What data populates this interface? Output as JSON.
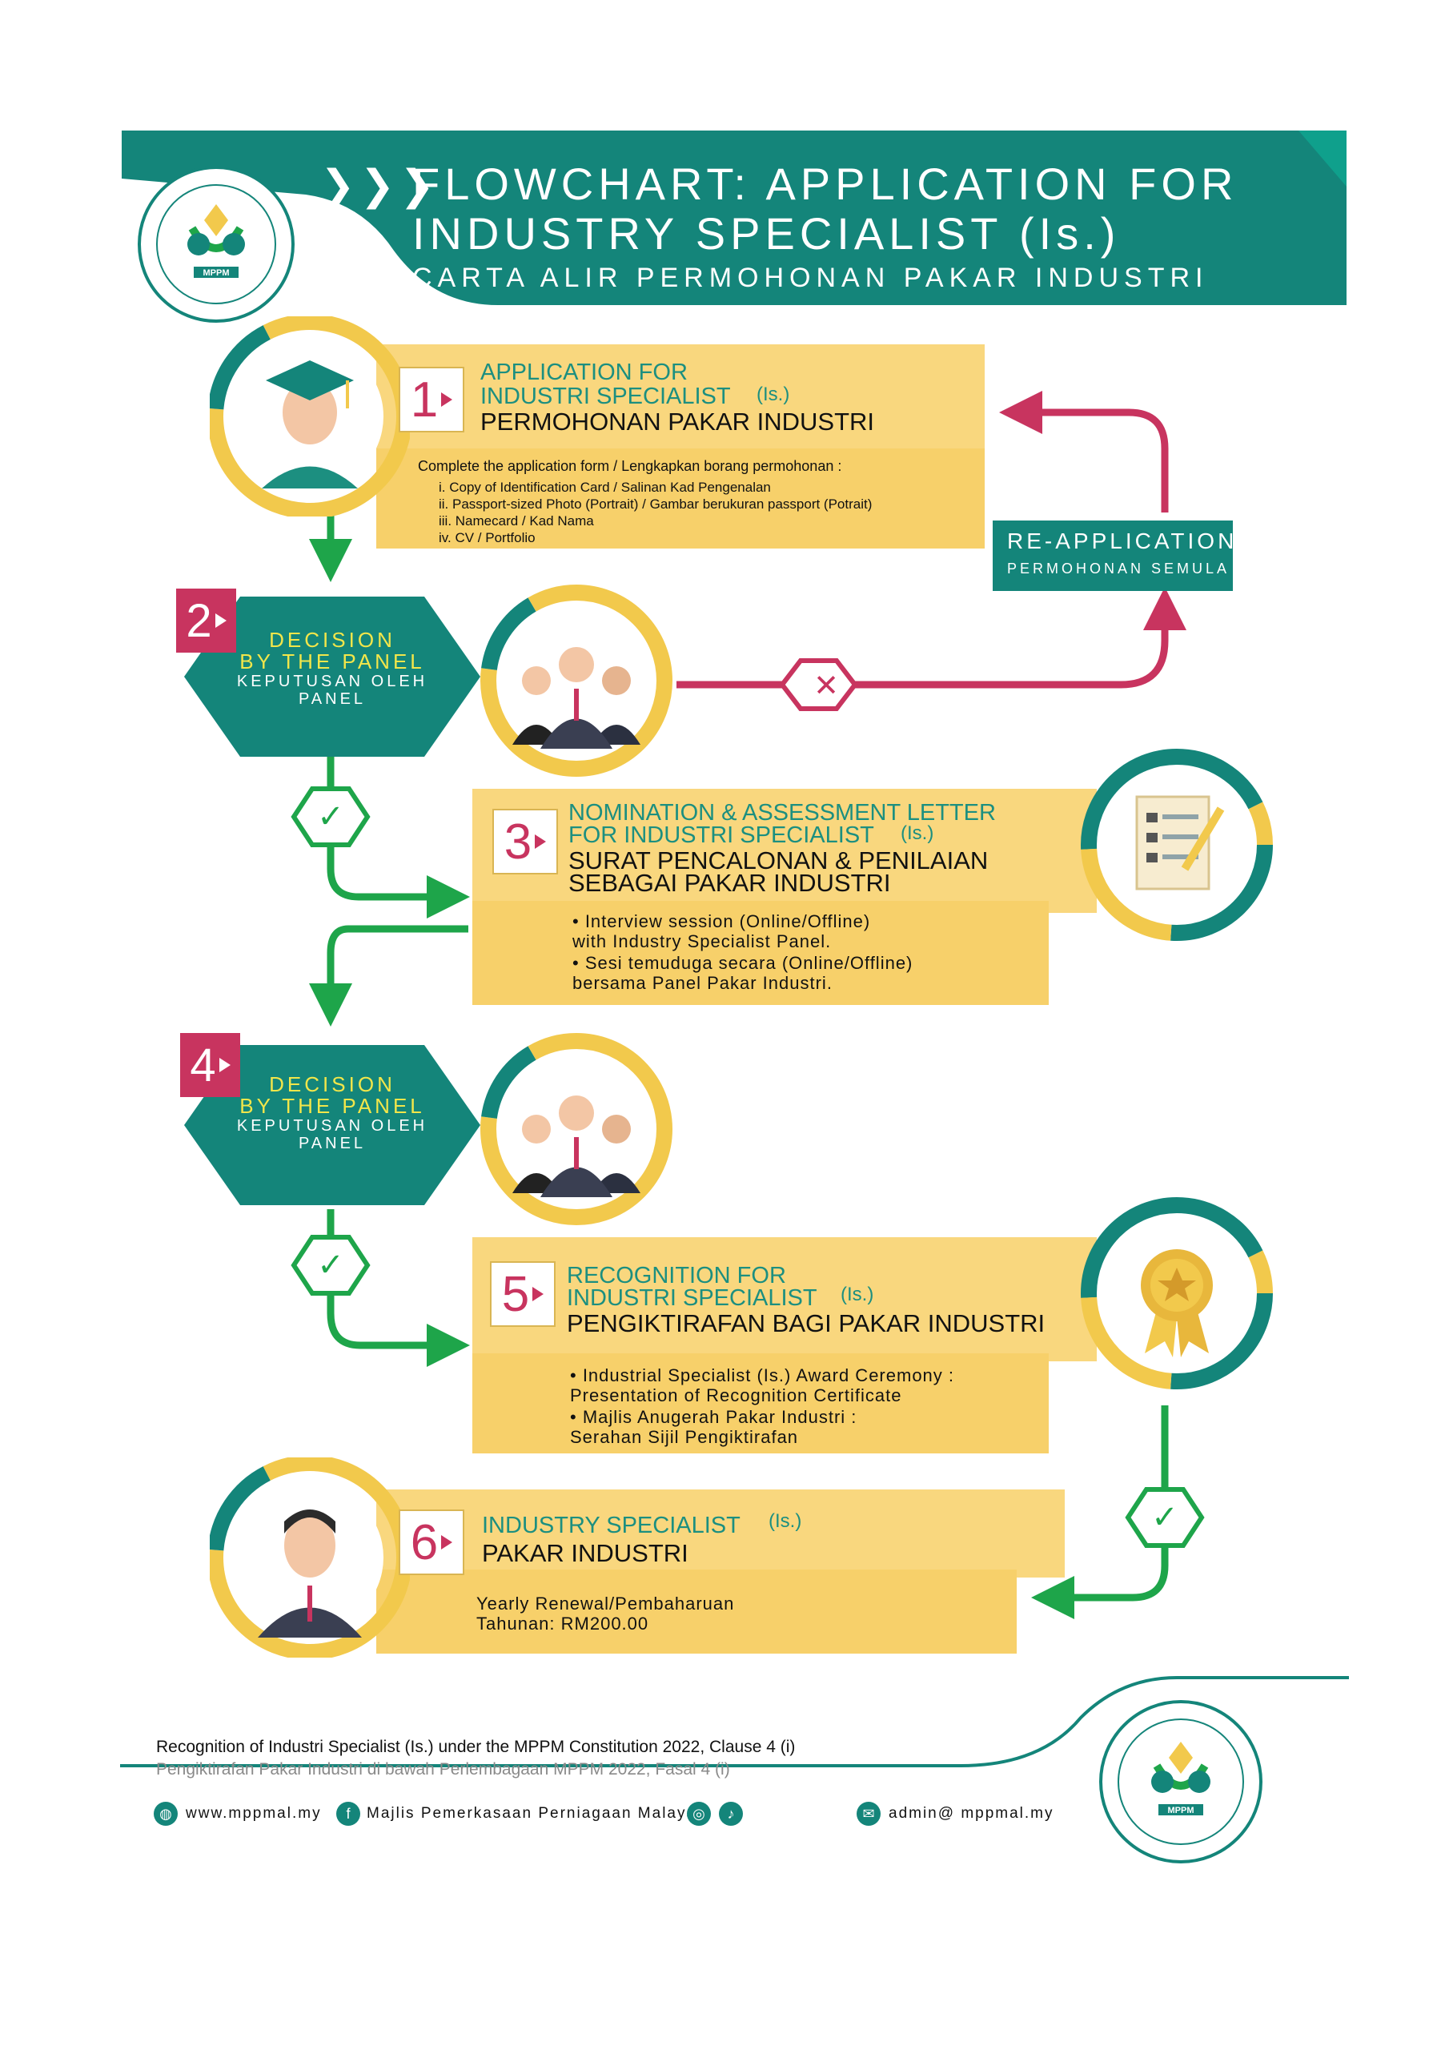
{
  "header": {
    "arrows": "❯❯❯",
    "title_line1": "FLOWCHART: APPLICATION FOR",
    "title_line2": "INDUSTRY SPECIALIST (Is.)",
    "subtitle": "CARTA ALIR PERMOHONAN PAKAR INDUSTRI",
    "logo_text": "MPPM"
  },
  "step1": {
    "number": "1",
    "title_line1": "APPLICATION FOR",
    "title_line2": "INDUSTRI SPECIALIST",
    "title_suffix": "(Is.)",
    "subtitle": "PERMOHONAN PAKAR INDUSTRI",
    "intro": "Complete the application form / Lengkapkan borang permohonan :",
    "items": [
      "i.    Copy of Identification Card        / Salinan Kad Pengenalan",
      "ii.   Passport-sized Photo (Portrait)          / Gambar berukuran passport (Potrait)",
      "iii.  Namecard     / Kad Nama",
      "iv.  CV   / Portfolio"
    ]
  },
  "reapplication": {
    "label": "RE-APPLICATION",
    "sublabel": "PERMOHONAN SEMULA"
  },
  "step2": {
    "number": "2",
    "title_line1": "DECISION",
    "title_line2": "BY THE PANEL",
    "sub_line1": "KEPUTUSAN OLEH",
    "sub_line2": "PANEL"
  },
  "step3": {
    "number": "3",
    "title_line1": "NOMINATION & ASSESSMENT LETTER",
    "title_line2": "FOR INDUSTRI SPECIALIST",
    "title_suffix": "(Is.)",
    "subtitle_line1": "SURAT PENCALONAN & PENILAIAN",
    "subtitle_line2": "SEBAGAI PAKAR INDUSTRI",
    "bullets": [
      "• Interview session (Online/Offline)",
      "   with Industry Specialist Panel.",
      "• Sesi temuduga secara (Online/Offline)",
      "   bersama Panel Pakar Industri."
    ]
  },
  "step4": {
    "number": "4",
    "title_line1": "DECISION",
    "title_line2": "BY THE PANEL",
    "sub_line1": "KEPUTUSAN OLEH",
    "sub_line2": "PANEL"
  },
  "step5": {
    "number": "5",
    "title_line1": "RECOGNITION FOR",
    "title_line2": "INDUSTRI SPECIALIST",
    "title_suffix": "(Is.)",
    "subtitle": "PENGIKTIRAFAN BAGI PAKAR INDUSTRI",
    "bullets": [
      "• Industrial Specialist (Is.) Award Ceremony :",
      "   Presentation of Recognition Certificate",
      "• Majlis Anugerah Pakar Industri :",
      "   Serahan Sijil Pengiktirafan"
    ]
  },
  "step6": {
    "number": "6",
    "title": "INDUSTRY SPECIALIST",
    "title_suffix": "(Is.)",
    "subtitle": "PAKAR INDUSTRI",
    "renewal_line1": "Yearly Renewal/Pembaharuan",
    "renewal_line2": "Tahunan: RM200.00"
  },
  "footer": {
    "note_en": "Recognition of Industri Specialist (Is.) under the MPPM Constitution 2022, Clause 4 (i)",
    "note_ms": "Pengiktirafan Pakar Industri di bawah Perlembagaan MPPM 2022, Fasal 4 (i)",
    "website": "www.mppmal.my",
    "facebook": "Majlis Pemerkasaan Perniagaan Malaysia",
    "email": "admin@ mppmal.my",
    "logo_text": "MPPM"
  },
  "colors": {
    "teal": "#14857a",
    "yellow": "#f9d77e",
    "magenta": "#c8345f",
    "green_arrow": "#1ea54a"
  }
}
